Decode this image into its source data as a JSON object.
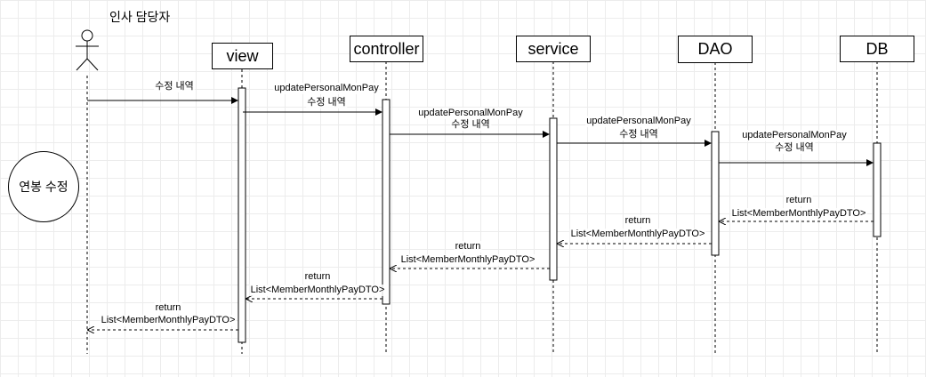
{
  "actor": {
    "name": "인사 담당자"
  },
  "use_case": {
    "label": "연봉 수정"
  },
  "lifelines": {
    "view": "view",
    "controller": "controller",
    "service": "service",
    "dao": "DAO",
    "db": "DB"
  },
  "messages": {
    "m1": {
      "text": "수정 내역"
    },
    "m2": {
      "method": "updatePersonalMonPay",
      "param": "수정 내역"
    },
    "m3": {
      "method": "updatePersonalMonPay",
      "param": "수정 내역"
    },
    "m4": {
      "method": "updatePersonalMonPay",
      "param": "수정 내역"
    },
    "m5": {
      "method": "updatePersonalMonPay",
      "param": "수정 내역"
    }
  },
  "returns": {
    "r1": {
      "keyword": "return",
      "type": "List<MemberMonthlyPayDTO>"
    },
    "r2": {
      "keyword": "return",
      "type": "List<MemberMonthlyPayDTO>"
    },
    "r3": {
      "keyword": "return",
      "type": "List<MemberMonthlyPayDTO>"
    },
    "r4": {
      "keyword": "return",
      "type": "List<MemberMonthlyPayDTO>"
    },
    "r5": {
      "keyword": "return",
      "type": "List<MemberMonthlyPayDTO>"
    }
  }
}
